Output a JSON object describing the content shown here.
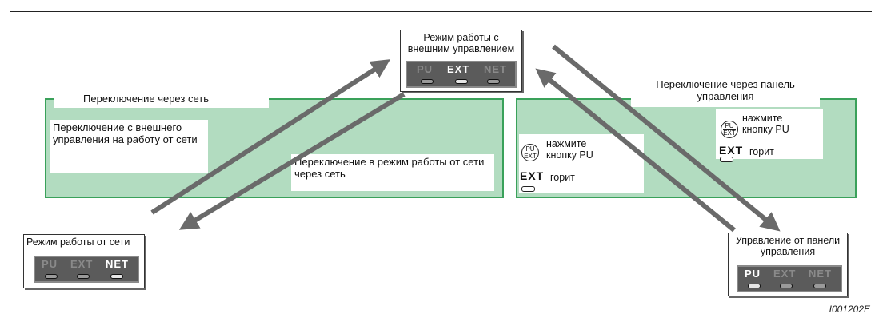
{
  "diagram": {
    "modes": {
      "external": {
        "title": "Режим работы с внешним управлением",
        "active": "EXT"
      },
      "network": {
        "title": "Режим работы от сети",
        "active": "NET"
      },
      "panel": {
        "title": "Управление от панели управления",
        "active": "PU"
      }
    },
    "panel_labels": {
      "pu": "PU",
      "ext": "EXT",
      "net": "NET"
    },
    "left_zone": {
      "header": "Переключение через сеть",
      "note_top": "Переключение с внешнего управления на работу от сети",
      "note_bottom": "Переключение в режим работы от сети через сеть"
    },
    "right_zone": {
      "header": "Переключение через панель управления",
      "instr_a": {
        "press": "нажмите кнопку PU",
        "lit_label": "EXT",
        "lit": "горит"
      },
      "instr_b": {
        "press": "нажмите кнопку PU",
        "lit_label": "EXT",
        "lit": "горит"
      }
    },
    "key": {
      "top": "PU",
      "bottom": "EXT"
    },
    "code": "I001202E",
    "colors": {
      "zone_fill": "#b2dcc0",
      "zone_border": "#3aa15a",
      "arrow": "#6a6a6a",
      "panel": "#5b5b5b"
    }
  }
}
